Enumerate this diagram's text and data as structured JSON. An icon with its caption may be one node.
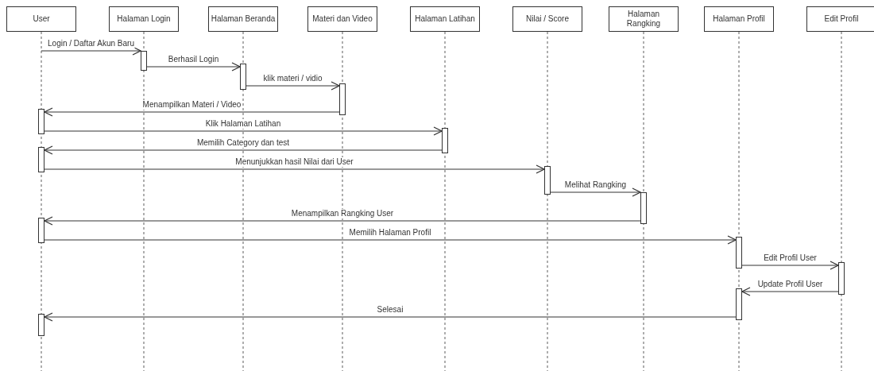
{
  "diagram": {
    "nodes": [
      {
        "text": [
          "User"
        ]
      },
      {
        "text": [
          "Halaman Login"
        ]
      },
      {
        "text": [
          "Halaman Beranda"
        ]
      },
      {
        "text": [
          "Materi dan  Video"
        ]
      },
      {
        "text": [
          "Halaman Latihan"
        ]
      },
      {
        "text": [
          "Nilai / Score"
        ]
      },
      {
        "text": [
          "Halaman Rangking"
        ]
      },
      {
        "text": [
          "Halaman Profil"
        ]
      },
      {
        "text": [
          "Edit Profil"
        ]
      },
      {
        "text": [],
        "shape": "bar"
      },
      {
        "text": [],
        "shape": "bar"
      },
      {
        "text": [],
        "shape": "bar"
      },
      {
        "text": [],
        "shape": "bar"
      },
      {
        "text": [],
        "shape": "bar"
      },
      {
        "text": [],
        "shape": "bar"
      },
      {
        "text": [],
        "shape": "bar"
      },
      {
        "text": [],
        "shape": "bar"
      },
      {
        "text": [],
        "shape": "bar"
      },
      {
        "text": [],
        "shape": "bar"
      },
      {
        "text": [],
        "shape": "bar"
      },
      {
        "text": [],
        "shape": "bar"
      },
      {
        "text": [],
        "shape": "bar"
      }
    ],
    "edges": [
      {
        "from": 0,
        "to": 9,
        "arrow": "to",
        "label": "Login / Daftar Akun Baru"
      },
      {
        "from": 9,
        "to": 10,
        "arrow": "to",
        "label": "Berhasil Login"
      },
      {
        "from": 10,
        "to": 11,
        "arrow": "to",
        "label": "klik materi / vidio"
      },
      {
        "from": 11,
        "to": 12,
        "arrow": "to",
        "label": "Menampilkan Materi / Video"
      },
      {
        "from": 12,
        "to": 13,
        "arrow": "to",
        "label": "Klik Halaman Latihan"
      },
      {
        "from": 13,
        "to": 14,
        "arrow": "to",
        "label": "Memilih Category dan test"
      },
      {
        "from": 14,
        "to": 15,
        "arrow": "to",
        "label": "Menunjukkan hasil Nilai dari User"
      },
      {
        "from": 15,
        "to": 16,
        "arrow": "to",
        "label": "Melihat Rangking"
      },
      {
        "from": 16,
        "to": 17,
        "arrow": "to",
        "label": "Menampilkan Rangking User"
      },
      {
        "from": 17,
        "to": 18,
        "arrow": "to",
        "label": "Memilih Halaman Profil"
      },
      {
        "from": 18,
        "to": 19,
        "arrow": "to",
        "label": "Edit Profil User"
      },
      {
        "from": 19,
        "to": 20,
        "arrow": "to",
        "label": "Update Profil User"
      },
      {
        "from": 20,
        "to": 21,
        "arrow": "to",
        "label": "Selesai"
      }
    ]
  }
}
